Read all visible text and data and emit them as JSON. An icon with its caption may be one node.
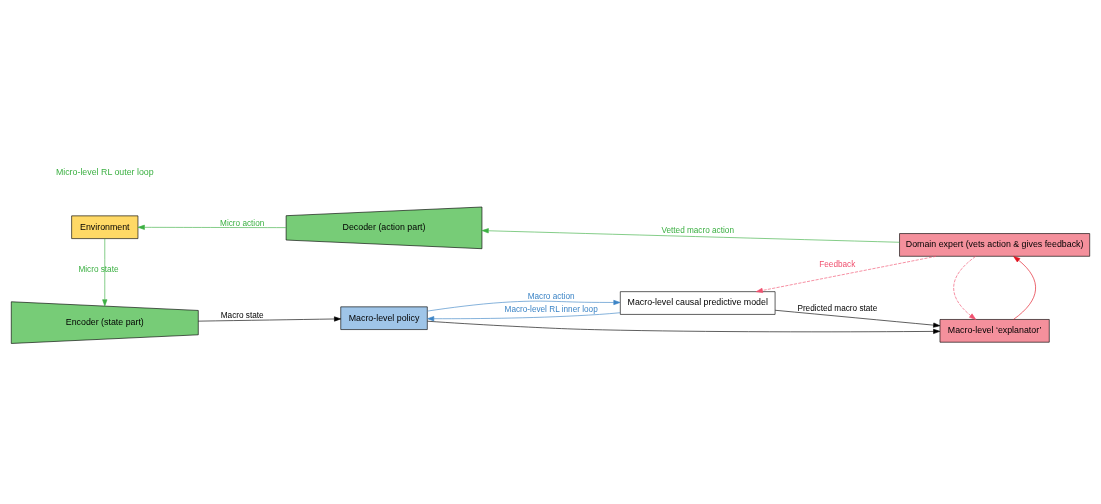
{
  "diagram": {
    "nodes": [
      {
        "text": [
          "Encoder (state part)"
        ]
      },
      {
        "text": [
          "Macro-level policy"
        ]
      },
      {
        "text": [
          "Macro-level causal predictive model"
        ]
      },
      {
        "text": [
          "Macro-level ‘explanator’"
        ]
      },
      {
        "text": [
          "Domain expert (vets action & gives feedback)"
        ]
      },
      {
        "text": [
          "Decoder (action part)"
        ]
      },
      {
        "text": [
          "Environment"
        ]
      }
    ],
    "edges": [
      {
        "from": 0,
        "to": 1,
        "arrow": "to",
        "label": "Macro state"
      },
      {
        "from": 1,
        "to": 2,
        "arrow": "to",
        "label": "Macro action",
        "color": "#3d85c6"
      },
      {
        "from": 1,
        "to": 3,
        "arrow": "to"
      },
      {
        "from": 2,
        "to": 3,
        "arrow": "to",
        "label": "Predicted macro state"
      },
      {
        "from": 2,
        "to": 1,
        "arrow": "to",
        "label": "Macro-level RL inner loop",
        "color": "#3d85c6"
      },
      {
        "from": 3,
        "to": 4,
        "arrow": "to",
        "color": "#e0101e"
      },
      {
        "from": 4,
        "to": 2,
        "arrow": "to",
        "style": "dashed",
        "color": "#f0506e",
        "label": "Feedback"
      },
      {
        "from": 4,
        "to": 3,
        "arrow": "to",
        "style": "dashed",
        "color": "#f0506e"
      },
      {
        "from": 4,
        "to": 5,
        "arrow": "to",
        "label": "Vetted macro action",
        "color": "#3cb043"
      },
      {
        "from": 5,
        "to": 6,
        "arrow": "to",
        "label": "Micro action",
        "color": "#3cb043"
      },
      {
        "from": 6,
        "to": 0,
        "arrow": "to",
        "label": "Micro state",
        "color": "#3cb043"
      }
    ],
    "labels": [
      "Micro-level RL outer loop"
    ]
  }
}
